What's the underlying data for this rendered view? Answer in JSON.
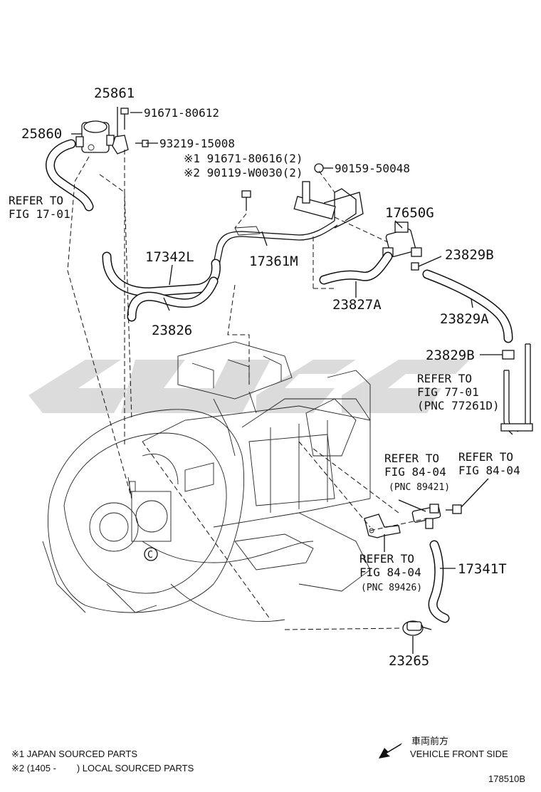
{
  "watermark": "CUCUC",
  "labels": {
    "p25861": "25861",
    "p25860": "25860",
    "p91671_80612": "91671-80612",
    "p93219_15008": "93219-15008",
    "p91671_80616": "※1 91671-80616(2)",
    "p90119_W0030": "※2 90119-W0030(2)",
    "p90159_50048": "90159-50048",
    "refer_17_01": [
      "REFER TO",
      "FIG 17-01"
    ],
    "p17650G": "17650G",
    "p17342L": "17342L",
    "p17361M": "17361M",
    "p23829B_top": "23829B",
    "p23827A": "23827A",
    "p23826": "23826",
    "p23829A": "23829A",
    "p23829B_mid": "23829B",
    "refer_77_01": [
      "REFER TO",
      "FIG 77-01",
      "(PNC 77261D)"
    ],
    "refer_84_04_a": [
      "REFER TO",
      "FIG 84-04",
      "(PNC 89421)"
    ],
    "refer_84_04_b": [
      "REFER TO",
      "FIG 84-04"
    ],
    "refer_84_04_c": [
      "REFER TO",
      "FIG 84-04",
      "(PNC 89426)"
    ],
    "p17341T": "17341T",
    "p23265": "23265",
    "circle_c": "C"
  },
  "footnotes": {
    "note1": "※1 JAPAN SOURCED PARTS",
    "note2": "※2 (1405 -        ) LOCAL SOURCED PARTS"
  },
  "direction": {
    "japanese": "車両前方",
    "english": "VEHICLE FRONT SIDE"
  },
  "figure_id": "178510B"
}
